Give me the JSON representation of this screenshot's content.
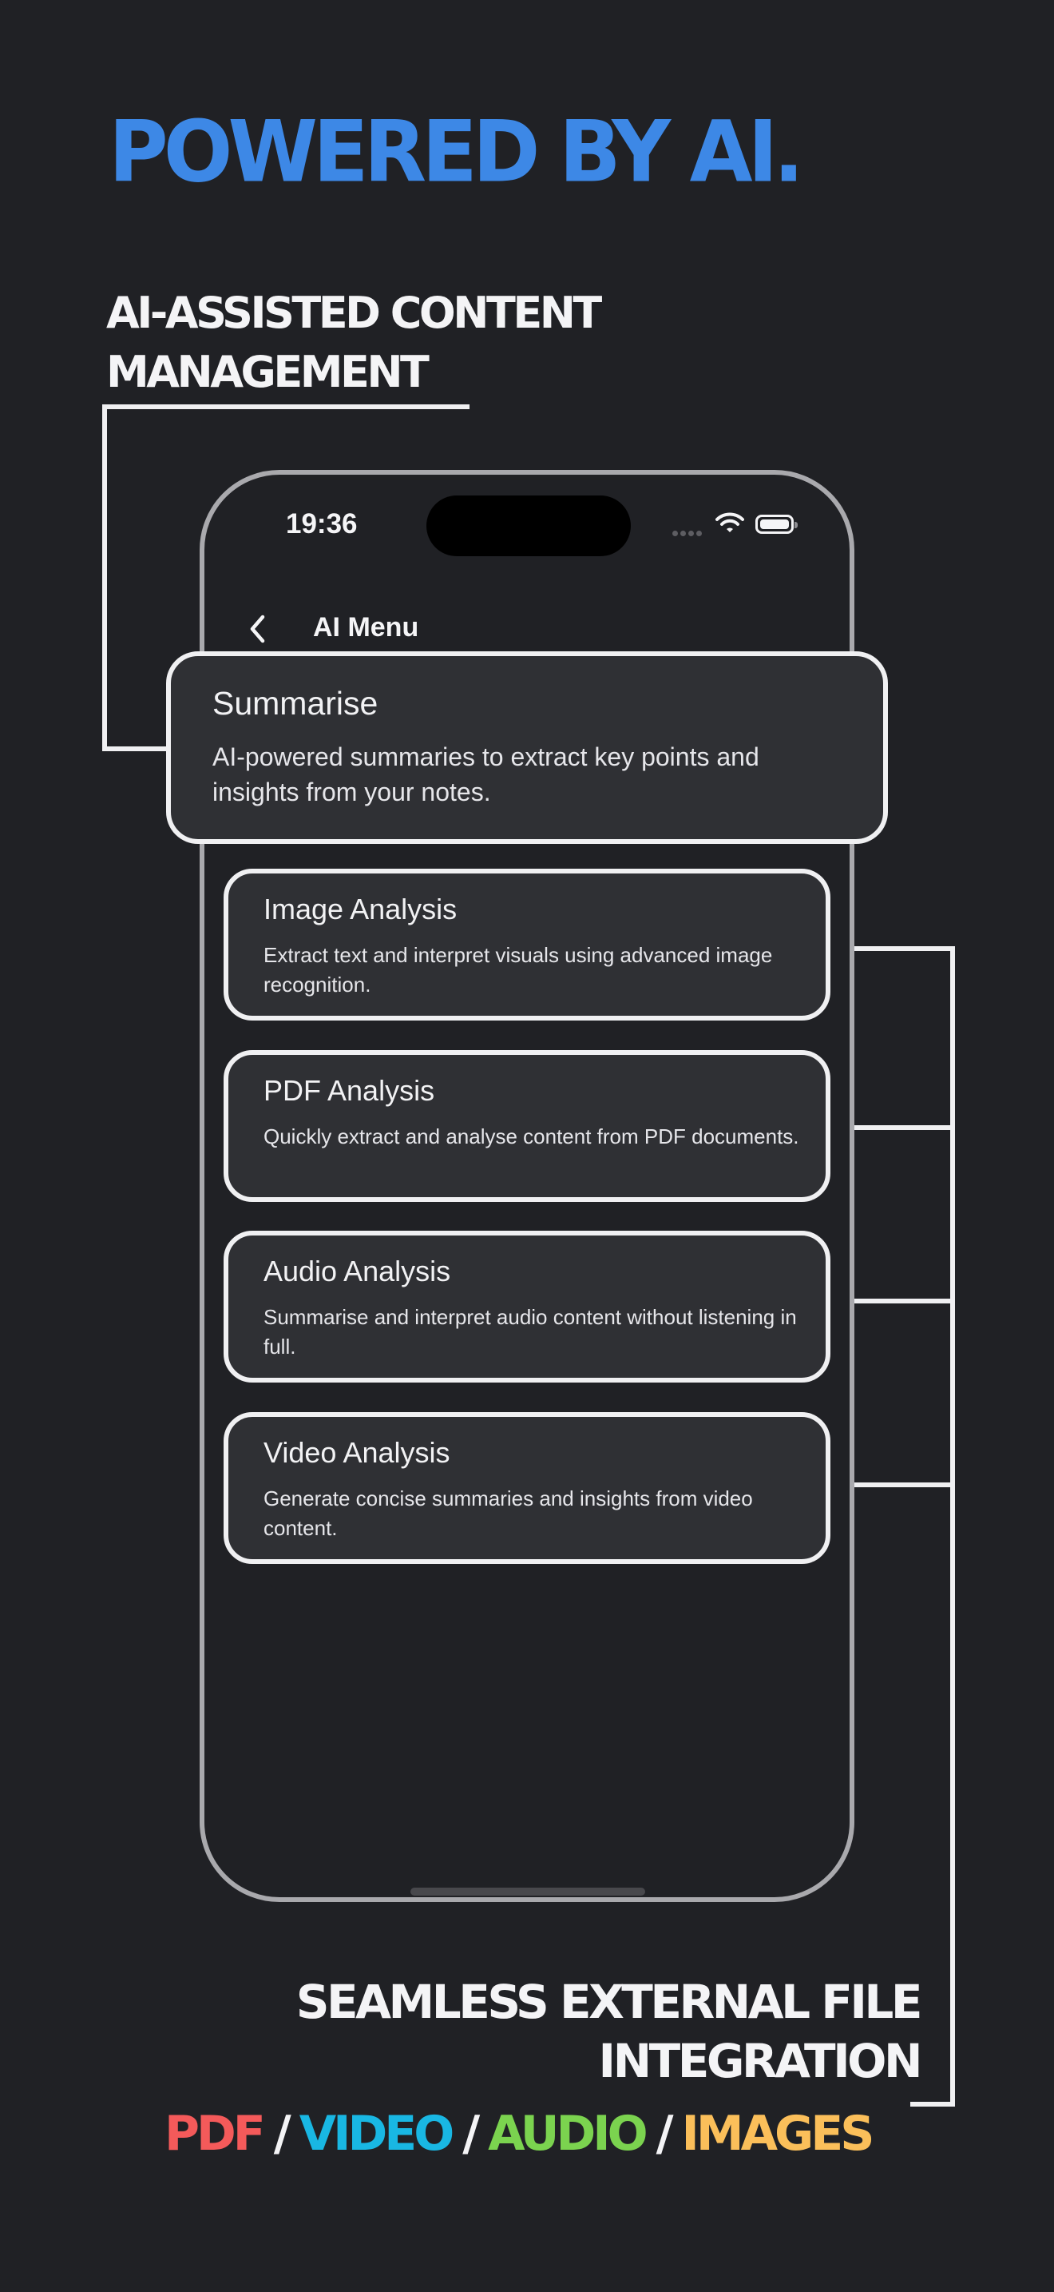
{
  "headline": "POWERED BY AI.",
  "subheading_top": "AI-ASSISTED CONTENT MANAGEMENT",
  "subheading_bottom": "SEAMLESS EXTERNAL FILE INTEGRATION",
  "formats": [
    {
      "label": "PDF",
      "color": "#f45a5a"
    },
    {
      "label": "VIDEO",
      "color": "#19b7e3"
    },
    {
      "label": "AUDIO",
      "color": "#7bd34f"
    },
    {
      "label": "IMAGES",
      "color": "#fbbf5a"
    }
  ],
  "format_separator": "/",
  "colors": {
    "accent": "#3d88e6",
    "background": "#202125",
    "card": "#2f3034",
    "outline": "#f0f0f2"
  },
  "phone": {
    "status_time": "19:36",
    "nav": {
      "back_icon": "chevron-left-icon",
      "title": "AI Menu"
    },
    "featured": {
      "title": "Summarise",
      "description": "AI-powered summaries to extract key points and insights from your notes."
    },
    "options": [
      {
        "title": "Image Analysis",
        "description": "Extract text and interpret visuals using advanced image recognition."
      },
      {
        "title": "PDF Analysis",
        "description": "Quickly extract and analyse content from PDF documents."
      },
      {
        "title": "Audio Analysis",
        "description": "Summarise and interpret audio content without listening in full."
      },
      {
        "title": "Video Analysis",
        "description": "Generate concise summaries and insights from video content."
      }
    ]
  }
}
